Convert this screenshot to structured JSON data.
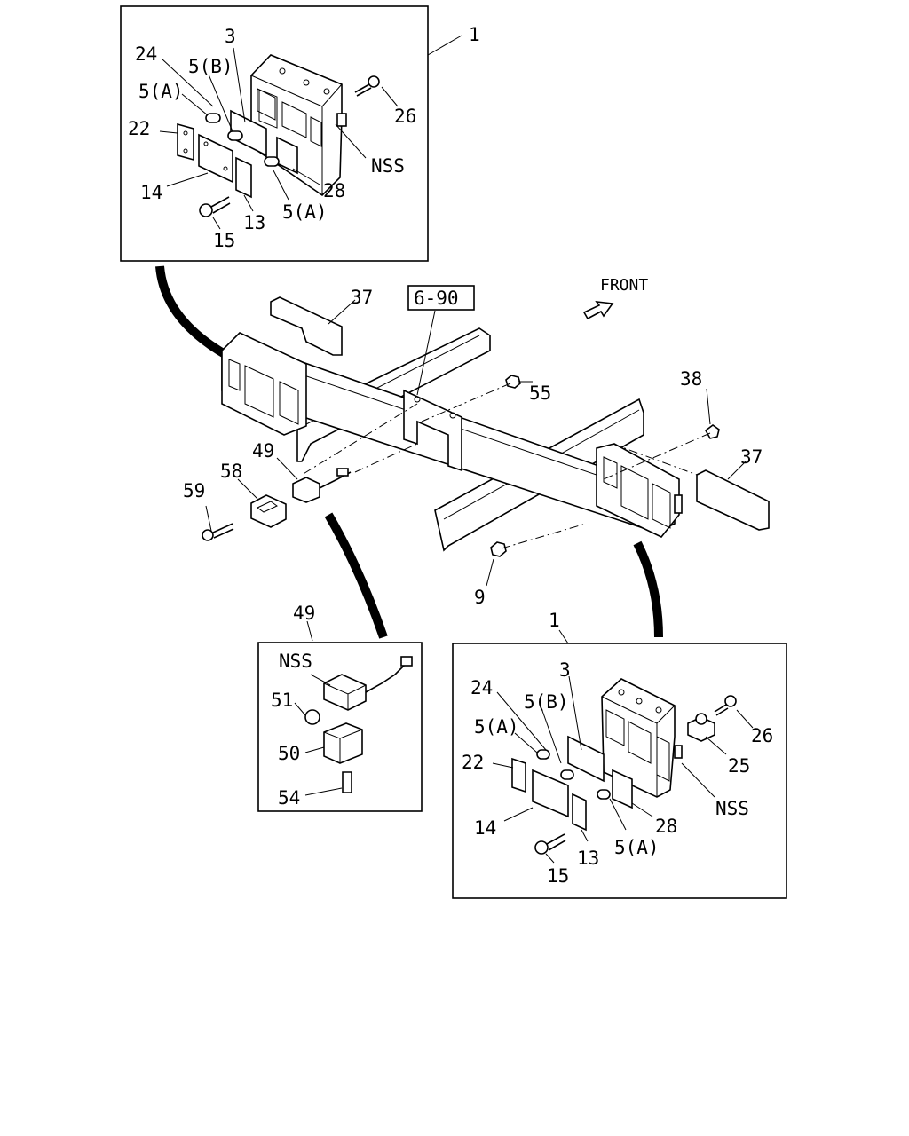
{
  "labels": {
    "tl_1": "1",
    "tl_3": "3",
    "tl_24": "24",
    "tl_5b": "5(B)",
    "tl_5a_1": "5(A)",
    "tl_22": "22",
    "tl_26": "26",
    "tl_nss": "NSS",
    "tl_28": "28",
    "tl_14": "14",
    "tl_5a_2": "5(A)",
    "tl_13": "13",
    "tl_15": "15",
    "m_37_top": "37",
    "m_ref": "6-90",
    "m_front": "FRONT",
    "m_55": "55",
    "m_38": "38",
    "m_37_right": "37",
    "m_49": "49",
    "m_58": "58",
    "m_59": "59",
    "m_9": "9",
    "bl_49": "49",
    "bl_nss": "NSS",
    "bl_51": "51",
    "bl_50": "50",
    "bl_54": "54",
    "br_1": "1",
    "br_3": "3",
    "br_24": "24",
    "br_5b": "5(B)",
    "br_5a_1": "5(A)",
    "br_22": "22",
    "br_26": "26",
    "br_25": "25",
    "br_nss": "NSS",
    "br_28": "28",
    "br_14": "14",
    "br_5a_2": "5(A)",
    "br_13": "13",
    "br_15": "15"
  }
}
